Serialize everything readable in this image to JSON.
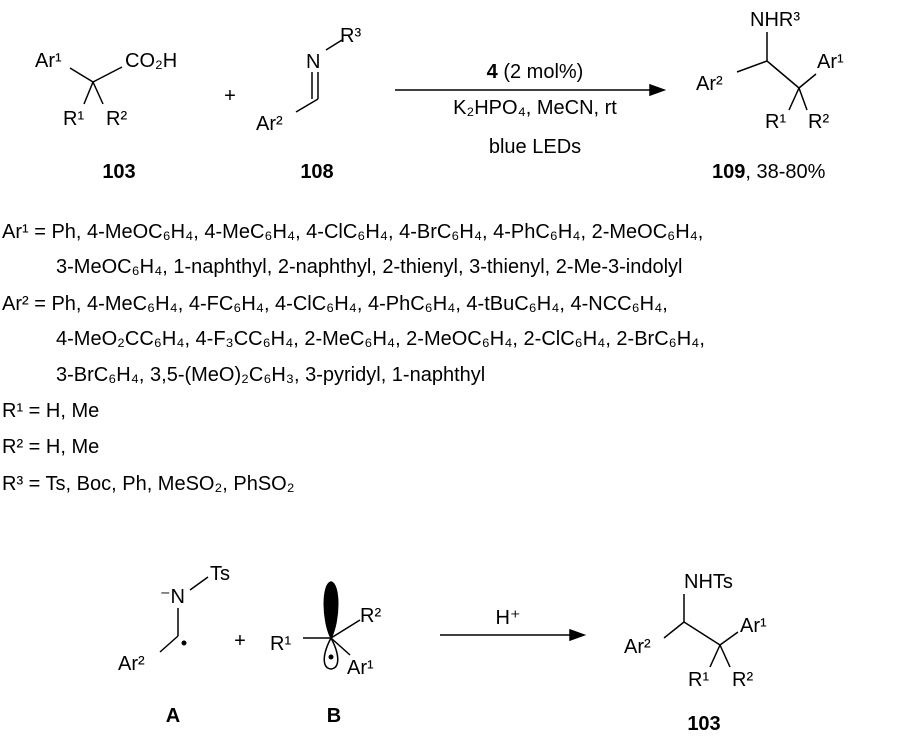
{
  "scheme1": {
    "reactant1": {
      "ar1": "Ar¹",
      "co2h": "CO₂H",
      "r1": "R¹",
      "r2": "R²",
      "label": "103"
    },
    "plus": "+",
    "reactant2": {
      "n": "N",
      "r3": "R³",
      "ar2": "Ar²",
      "label": "108"
    },
    "conditions": {
      "catalyst_bold": "4",
      "catalyst_rest": " (2 mol%)",
      "reagents": "K₂HPO₄, MeCN, rt",
      "light": "blue LEDs"
    },
    "product": {
      "nhr3": "NHR³",
      "ar2": "Ar²",
      "ar1": "Ar¹",
      "r1": "R¹",
      "r2": "R²",
      "label_bold": "109",
      "yield": ", 38-80%"
    }
  },
  "substituents": [
    "Ar¹ = Ph, 4-MeOC₆H₄, 4-MeC₆H₄, 4-ClC₆H₄, 4-BrC₆H₄, 4-PhC₆H₄, 2-MeOC₆H₄,",
    "3-MeOC₆H₄, 1-naphthyl, 2-naphthyl, 2-thienyl, 3-thienyl, 2-Me-3-indolyl",
    "Ar² = Ph, 4-MeC₆H₄, 4-FC₆H₄, 4-ClC₆H₄, 4-PhC₆H₄, 4-tBuC₆H₄, 4-NCC₆H₄,",
    "4-MeO₂CC₆H₄, 4-F₃CC₆H₄, 2-MeC₆H₄, 2-MeOC₆H₄, 2-ClC₆H₄, 2-BrC₆H₄,",
    "3-BrC₆H₄, 3,5-(MeO)₂C₆H₃, 3-pyridyl, 1-naphthyl",
    "R¹ = H, Me",
    "R² = H, Me",
    "R³ = Ts, Boc, Ph, MeSO₂, PhSO₂"
  ],
  "scheme2": {
    "A": {
      "n": "⁻N",
      "ts": "Ts",
      "ar2": "Ar²",
      "label": "A"
    },
    "plus": "+",
    "B": {
      "r1": "R¹",
      "r2": "R²",
      "ar1": "Ar¹",
      "label": "B"
    },
    "conditions": "H⁺",
    "product": {
      "nhts": "NHTs",
      "ar2": "Ar²",
      "ar1": "Ar¹",
      "r1": "R¹",
      "r2": "R²",
      "label": "103"
    }
  }
}
